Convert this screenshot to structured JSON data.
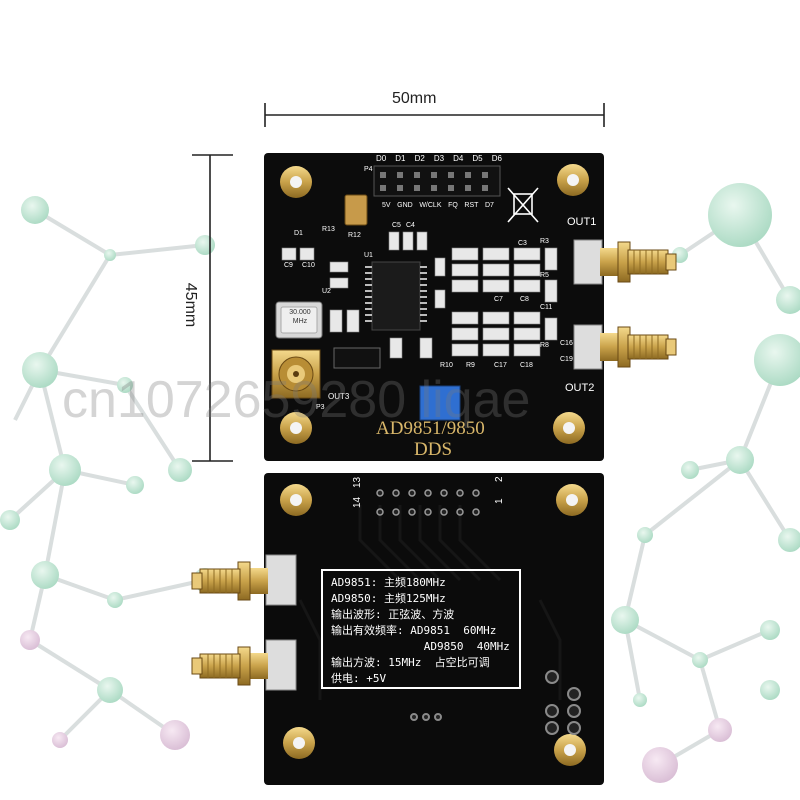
{
  "dimensions": {
    "width_label": "50mm",
    "height_label": "45mm"
  },
  "front_board": {
    "header_pins_top": [
      "D0",
      "D1",
      "D2",
      "D3",
      "D4",
      "D5",
      "D6"
    ],
    "header_label": "P4",
    "pin_labels_lower": [
      "5V",
      "GND",
      "W/CLK",
      "FQ",
      "RST",
      "D7"
    ],
    "outputs": [
      "OUT1",
      "OUT2"
    ],
    "oscillator": "30.000\nMHz",
    "silkscreen_model": "AD9851/9850",
    "silkscreen_dds": "DDS",
    "components": [
      "D1",
      "R13",
      "R12",
      "C9",
      "C10",
      "U2",
      "U1",
      "C5",
      "C4",
      "C3",
      "R3",
      "R5",
      "C11",
      "R8",
      "C7",
      "C8",
      "C16",
      "C19",
      "C17",
      "C18",
      "R10",
      "R9",
      "P3",
      "OUT3"
    ]
  },
  "back_board": {
    "pin_numbers": [
      "13",
      "14",
      "2",
      "1"
    ],
    "spec_lines": [
      "AD9851: 主频180MHz",
      "AD9850: 主频125MHz",
      "输出波形: 正弦波、方波",
      "输出有效频率: AD9851  60MHz",
      "              AD9850  40MHz",
      "输出方波: 15MHz  占空比可调",
      "供电: +5V"
    ]
  },
  "watermark": "cn1072659280 liqae",
  "colors": {
    "pcb": "#0c0c0c",
    "gold": "#c9a24a",
    "node": "#bfe3d3",
    "edge": "#d8d8d8",
    "board_text": "#ffffff"
  }
}
